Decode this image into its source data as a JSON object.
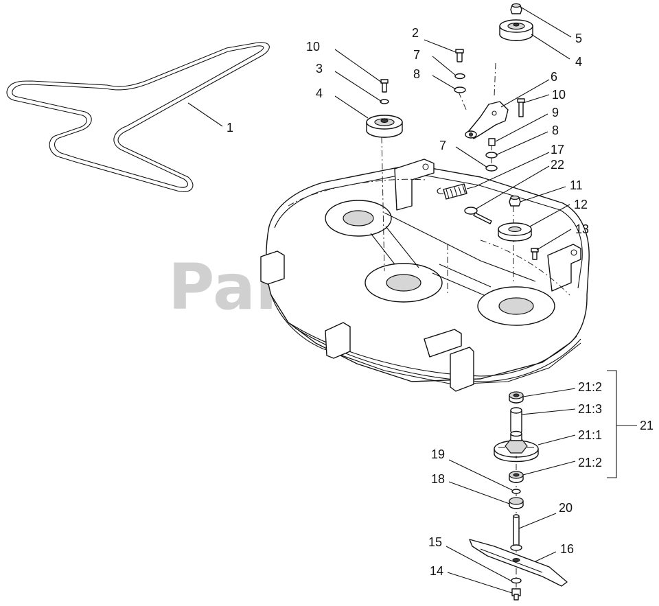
{
  "watermark": {
    "text": "PartsTree",
    "trademark": "TM"
  },
  "callouts": [
    {
      "id": "c1",
      "label": "1"
    },
    {
      "id": "c2",
      "label": "2"
    },
    {
      "id": "c3",
      "label": "3"
    },
    {
      "id": "c4a",
      "label": "4"
    },
    {
      "id": "c4b",
      "label": "4"
    },
    {
      "id": "c5",
      "label": "5"
    },
    {
      "id": "c6",
      "label": "6"
    },
    {
      "id": "c7a",
      "label": "7"
    },
    {
      "id": "c7b",
      "label": "7"
    },
    {
      "id": "c8a",
      "label": "8"
    },
    {
      "id": "c8b",
      "label": "8"
    },
    {
      "id": "c9",
      "label": "9"
    },
    {
      "id": "c10a",
      "label": "10"
    },
    {
      "id": "c10b",
      "label": "10"
    },
    {
      "id": "c11",
      "label": "11"
    },
    {
      "id": "c12",
      "label": "12"
    },
    {
      "id": "c13",
      "label": "13"
    },
    {
      "id": "c14",
      "label": "14"
    },
    {
      "id": "c15",
      "label": "15"
    },
    {
      "id": "c16",
      "label": "16"
    },
    {
      "id": "c17",
      "label": "17"
    },
    {
      "id": "c18",
      "label": "18"
    },
    {
      "id": "c19",
      "label": "19"
    },
    {
      "id": "c20",
      "label": "20"
    },
    {
      "id": "c21",
      "label": "21"
    },
    {
      "id": "c21_2a",
      "label": "21:2"
    },
    {
      "id": "c21_3",
      "label": "21:3"
    },
    {
      "id": "c21_1",
      "label": "21:1"
    },
    {
      "id": "c21_2b",
      "label": "21:2"
    },
    {
      "id": "c22",
      "label": "22"
    }
  ]
}
